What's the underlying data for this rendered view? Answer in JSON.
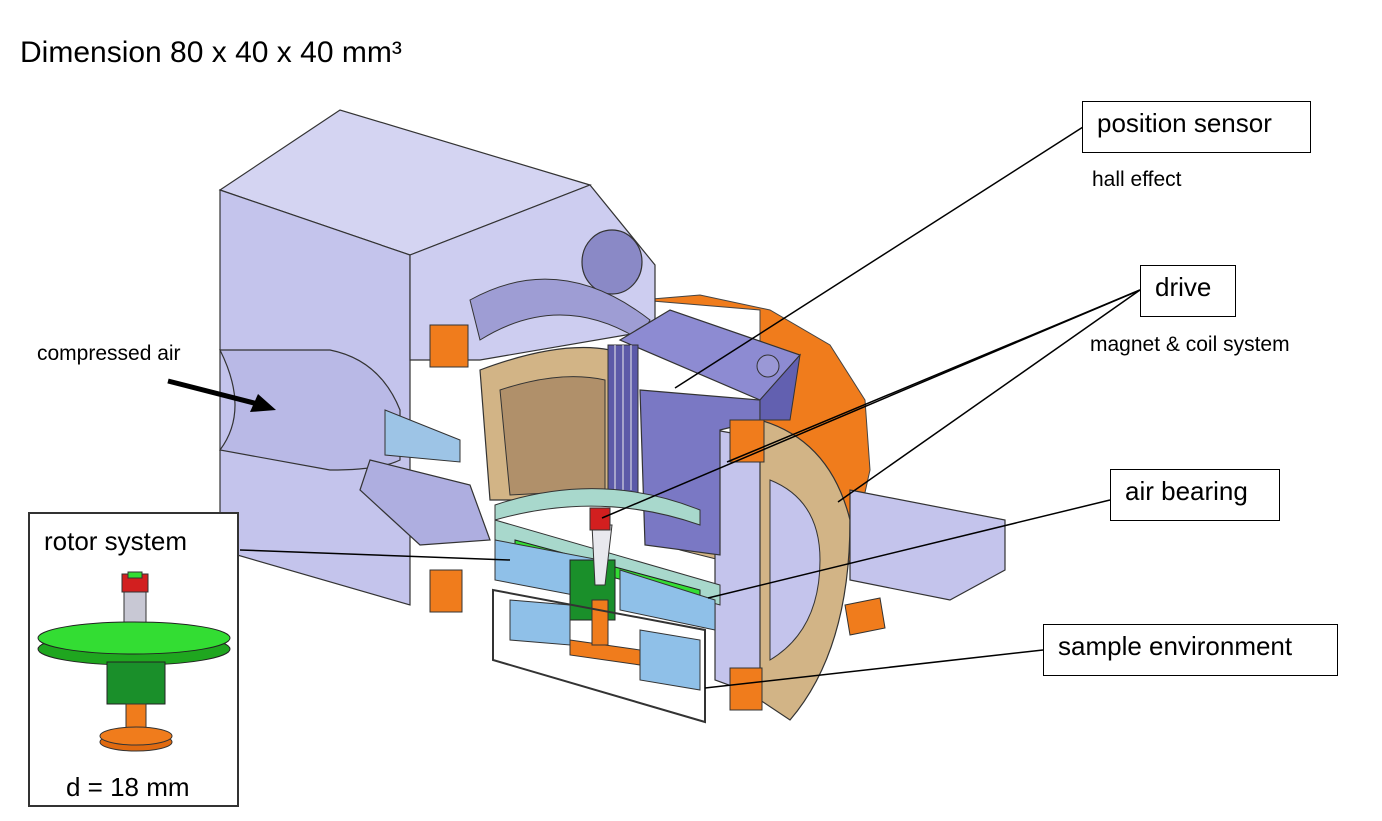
{
  "title": "Dimension 80 x 40 x 40 mm³",
  "labels": {
    "position_sensor": {
      "title": "position sensor",
      "subtitle": "hall effect"
    },
    "drive": {
      "title": "drive",
      "subtitle": "magnet & coil system"
    },
    "air_bearing": {
      "title": "air bearing"
    },
    "sample_environment": {
      "title": "sample environment"
    },
    "compressed_air": "compressed air"
  },
  "rotor": {
    "title": "rotor system",
    "dimension": "d = 18 mm"
  },
  "colors": {
    "housing": "#c4c4ec",
    "housing_dark": "#a5a5d8",
    "wood": "#d2b486",
    "wood_dark": "#b0906a",
    "orange": "#f07c1c",
    "green": "#33dd33",
    "dark_green": "#1a8f2a",
    "sensor_block": "#7a78c4",
    "light_blue": "#8fc0e8",
    "aqua": "#a8d8cc",
    "red": "#d21f1f"
  }
}
